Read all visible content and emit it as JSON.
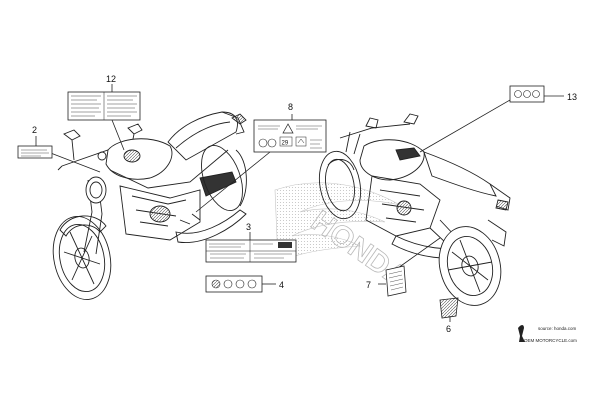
{
  "callouts": {
    "c2": "2",
    "c12": "12",
    "c8": "8",
    "c3": "3",
    "c4": "4",
    "c13": "13",
    "c7": "7",
    "c6": "6"
  },
  "label8": {
    "warning_value": "29"
  },
  "watermark": {
    "text": "HONDA"
  },
  "footer": {
    "source": "source: honda.com",
    "site": "OEM MOTORCYCLE.com"
  },
  "colors": {
    "line": "#222222",
    "watermark": "#b9b9b9"
  }
}
